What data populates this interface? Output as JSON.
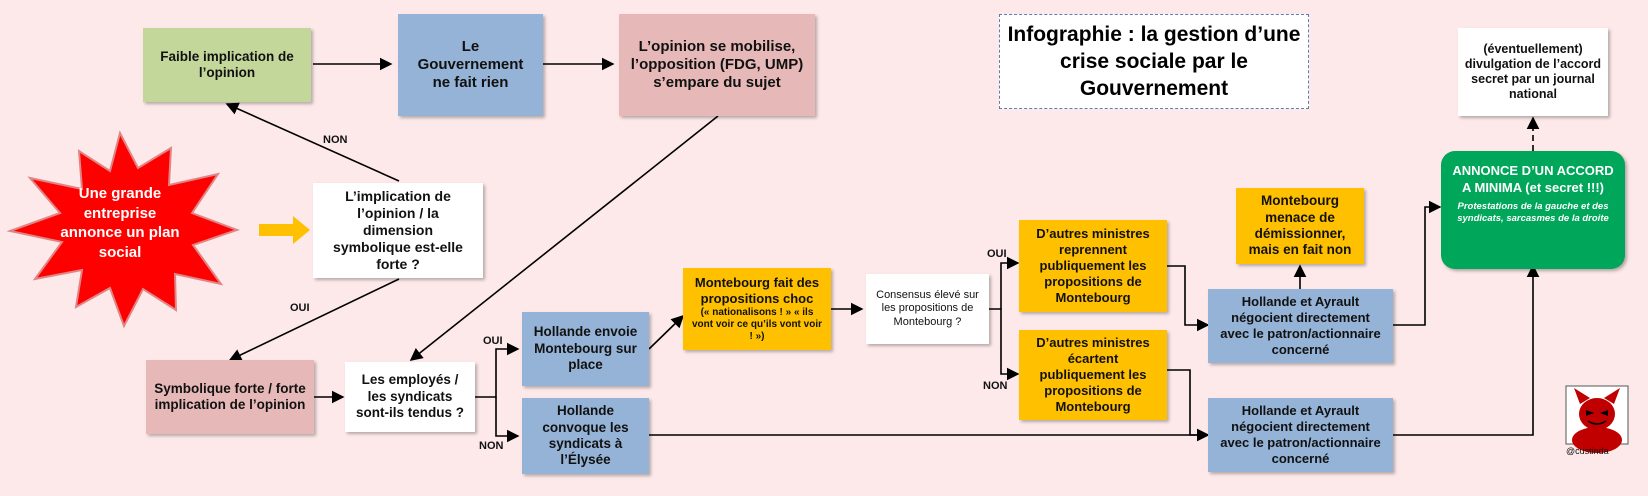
{
  "title": "Infographie : la gestion d’une crise sociale par le Gouvernement",
  "start": "Une grande entreprise annonce un plan social",
  "labels": {
    "non": "NON",
    "oui": "OUI"
  },
  "nodes": {
    "faible": "Faible implication de l’opinion",
    "gouv_rien": "Le Gouvernement ne fait rien",
    "opinion_mobilise": "L’opinion se mobilise, l’opposition (FDG, UMP) s’empare du sujet",
    "implication_question": "L’implication de l’opinion / la dimension symbolique est-elle forte ?",
    "symbolique": "Symbolique forte / forte implication de l’opinion",
    "employes": "Les employés / les syndicats sont-ils tendus ?",
    "hollande_envoie": "Hollande envoie Montebourg sur place",
    "hollande_convoque": "Hollande convoque les syndicats à l’Élysée",
    "montebourg_choc_title": "Montebourg fait des propositions choc",
    "montebourg_choc_detail": "(« nationalisons ! » « ils vont voir ce qu’ils vont voir ! »)",
    "consensus": "Consensus élevé sur les propositions de Montebourg ?",
    "ministres_reprennent": "D’autres ministres reprennent publiquement les propositions de Montebourg",
    "ministres_ecartent": "D’autres ministres écartent publiquement les propositions de Montebourg",
    "menace": "Montebourg menace de démissionner, mais en fait non",
    "negocient_1": "Hollande et Ayrault négocient directement avec le patron/actionnaire concerné",
    "negocient_2": "Hollande et Ayrault négocient directement avec le patron/actionnaire concerné",
    "divulgation": "(éventuellement) divulgation de l’accord secret par un journal national",
    "final_title": "ANNONCE D’UN ACCORD A MINIMA (et secret !!!)",
    "final_sub": "Protestations de la gauche et des syndicats, sarcasmes de la droite"
  },
  "credit": "@custinda",
  "colors": {
    "green": "#c4d79b",
    "blue": "#95b3d7",
    "pink": "#e6b9b8",
    "amber": "#ffc000",
    "final": "#00a65a",
    "star": "#ff0000",
    "background": "#fde9e9"
  },
  "icons": {
    "start": "red-star-burst",
    "arrow": "orange-arrow-icon",
    "avatar": "red-devil-avatar"
  }
}
